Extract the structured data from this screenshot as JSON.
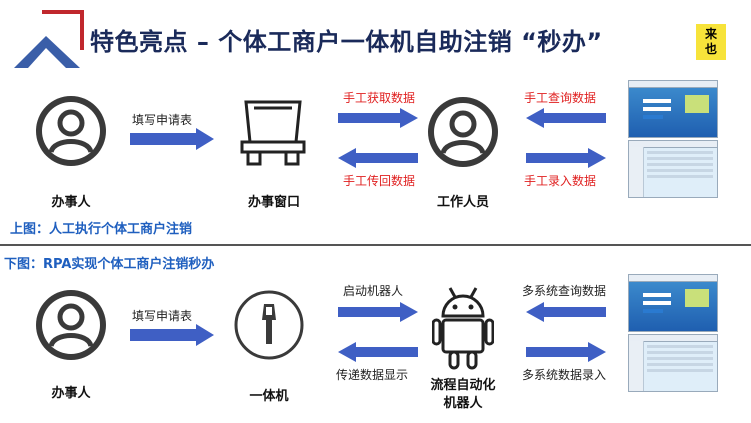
{
  "header": {
    "title": "特色亮点 – 个体工商户一体机自助注销 “秒办”",
    "badge": "来\n也"
  },
  "top": {
    "caption": "上图：人工执行个体工商户注销",
    "nodes": {
      "applicant": "办事人",
      "window": "办事窗口",
      "staff": "工作人员"
    },
    "arrows": {
      "fill_form": "填写申请表",
      "manual_fetch": "手工获取数据",
      "manual_return": "手工传回数据",
      "manual_query": "手工查询数据",
      "manual_entry": "手工录入数据"
    }
  },
  "bottom": {
    "caption": "下图：RPA实现个体工商户注销秒办",
    "nodes": {
      "applicant": "办事人",
      "kiosk": "一体机",
      "robot_line1": "流程自动化",
      "robot_line2": "机器人"
    },
    "arrows": {
      "fill_form": "填写申请表",
      "start_robot": "启动机器人",
      "transfer_display": "传递数据显示",
      "multi_query": "多系统查询数据",
      "multi_entry": "多系统数据录入"
    }
  },
  "colors": {
    "arrow": "#3f5fc4",
    "title": "#1a2a5a",
    "caption": "#1f5fbf",
    "red_text": "#e02020",
    "badge": "#f7e33a",
    "logo_red": "#c0272d"
  }
}
